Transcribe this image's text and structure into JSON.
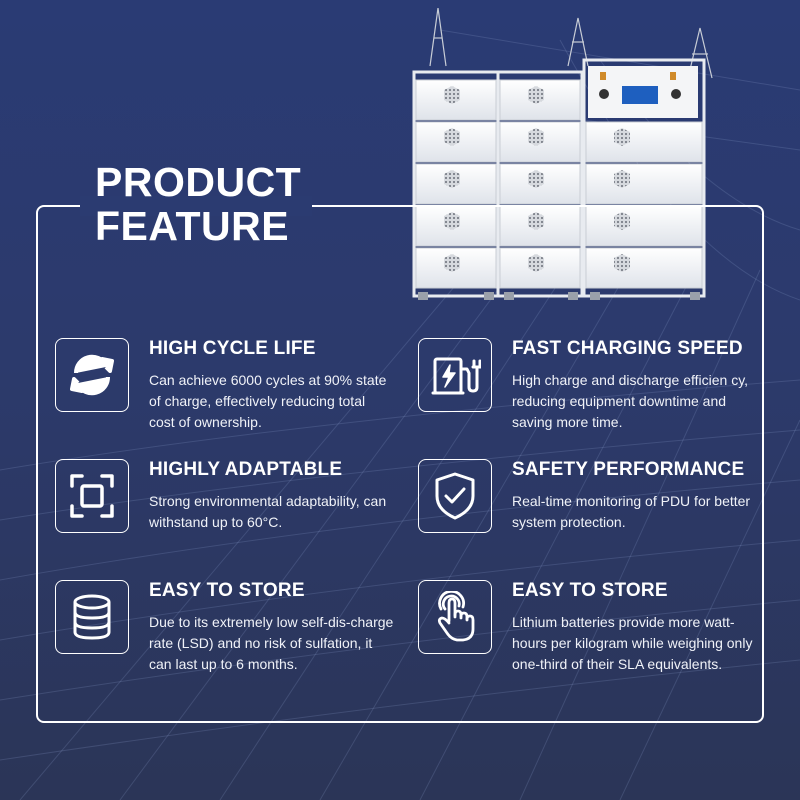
{
  "title": {
    "line1": "PRODUCT",
    "line2": "FEATURE"
  },
  "colors": {
    "background": "#2b3b71",
    "text": "#ffffff"
  },
  "features": [
    {
      "title": "HIGH CYCLE LIFE",
      "icon": "refresh-cycle-icon",
      "desc": "Can achieve 6000 cycles at 90% state of charge, effectively reducing total cost of ownership."
    },
    {
      "title": "FAST CHARGING SPEED",
      "icon": "charging-station-icon",
      "desc": "High charge and discharge efficien cy, reducing equipment downtime and saving more time."
    },
    {
      "title": "HIGHLY ADAPTABLE",
      "icon": "focus-frame-icon",
      "desc": "Strong environmental adaptability, can withstand up to 60°C."
    },
    {
      "title": "SAFETY PERFORMANCE",
      "icon": "shield-check-icon",
      "desc": "Real-time monitoring of PDU for better system protection."
    },
    {
      "title": "EASY TO STORE",
      "icon": "database-icon",
      "desc": "Due to its extremely low self-dis-charge rate (LSD) and no risk of sulfation, it can last up to 6 months."
    },
    {
      "title": "EASY TO STORE",
      "icon": "touch-hand-icon",
      "desc": "Lithium batteries provide more watt-hours per kilogram while weighing only one-third of their SLA equivalents."
    }
  ]
}
